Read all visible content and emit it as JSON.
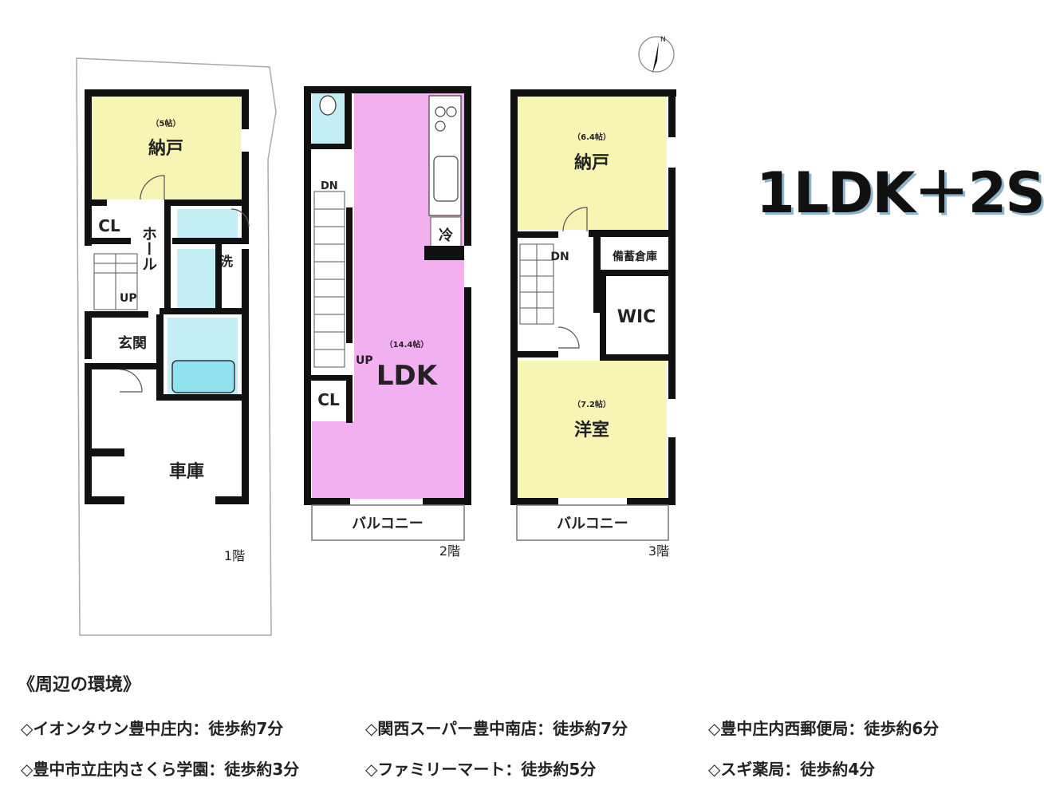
{
  "layout_type": "1LDK＋2S",
  "floors": [
    {
      "label": "1階",
      "rooms": {
        "storage": {
          "name": "納戸",
          "size": "（5帖）"
        },
        "closet": "CL",
        "hall": "ホール",
        "up": "UP",
        "entrance": "玄関",
        "washroom": "洗",
        "garage": "車庫"
      }
    },
    {
      "label": "2階",
      "rooms": {
        "dn": "DN",
        "up": "UP",
        "ldk": {
          "name": "LDK",
          "size": "（14.4帖）"
        },
        "fridge": "冷",
        "closet": "CL",
        "balcony": "バルコニー"
      }
    },
    {
      "label": "3階",
      "rooms": {
        "storage": {
          "name": "納戸",
          "size": "（6.4帖）"
        },
        "dn": "DN",
        "stock": "備蓄倉庫",
        "wic": "WIC",
        "western": {
          "name": "洋室",
          "size": "（7.2帖）"
        },
        "balcony": "バルコニー"
      }
    }
  ],
  "compass": "N",
  "colors": {
    "storage": "#f7f5b4",
    "ldk": "#f3b0f0",
    "wet": "#c4eef5",
    "bath": "#8fe2ee",
    "wall": "#111111"
  },
  "environment": {
    "title": "《周辺の環境》",
    "items": [
      "◇イオンタウン豊中庄内：徒歩約7分",
      "◇関西スーパー豊中南店：徒歩約7分",
      "◇豊中庄内西郵便局：徒歩約6分",
      "◇豊中市立庄内さくら学園：徒歩約3分",
      "◇ファミリーマート：徒歩約5分",
      "◇スギ薬局：徒歩約4分"
    ]
  }
}
